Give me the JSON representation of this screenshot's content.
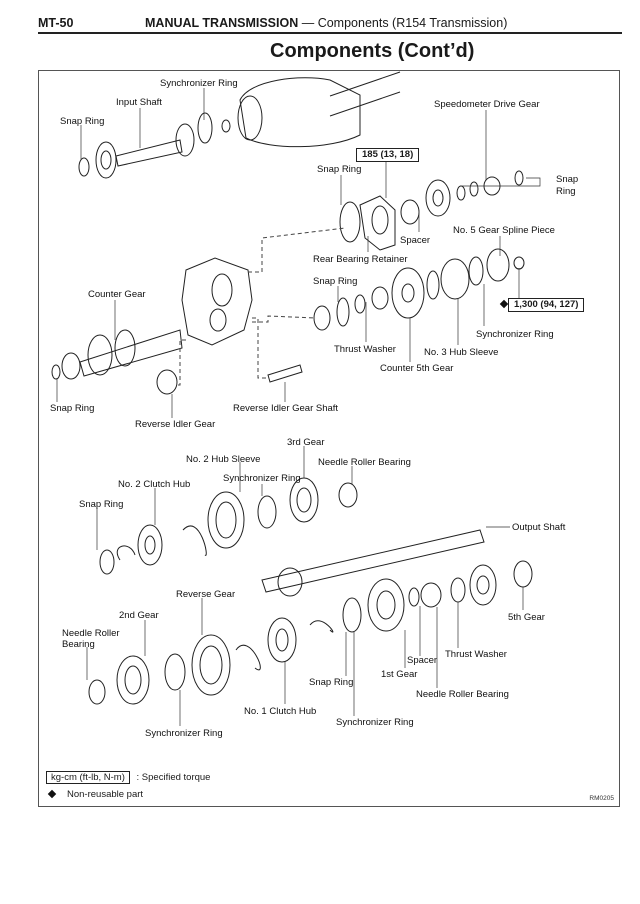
{
  "header": {
    "page_number": "MT-50",
    "section": "MANUAL TRANSMISSION",
    "separator": " — ",
    "subsection": "Components (R154 Transmission)"
  },
  "title": "Components (Cont’d)",
  "labels": {
    "synchronizer_ring_top": "Synchronizer Ring",
    "input_shaft": "Input Shaft",
    "snap_ring_input": "Snap Ring",
    "speedometer_drive_gear": "Speedometer Drive Gear",
    "snap_ring_rear_bearing": "Snap Ring",
    "snap_ring_speedo_1": "Snap",
    "snap_ring_speedo_2": "Ring",
    "spacer_rear": "Spacer",
    "no5_gear_spline_piece": "No. 5 Gear Spline Piece",
    "rear_bearing_retainer": "Rear Bearing Retainer",
    "snap_ring_counter5": "Snap Ring",
    "counter_gear": "Counter Gear",
    "synchronizer_ring_no3": "Synchronizer Ring",
    "thrust_washer_counter": "Thrust Washer",
    "no3_hub_sleeve": "No. 3 Hub Sleeve",
    "counter_5th_gear": "Counter 5th Gear",
    "snap_ring_counter": "Snap Ring",
    "reverse_idler_gear_shaft": "Reverse Idler Gear Shaft",
    "reverse_idler_gear": "Reverse Idler Gear",
    "third_gear": "3rd Gear",
    "no2_hub_sleeve": "No. 2 Hub Sleeve",
    "needle_roller_bearing_3rd": "Needle Roller Bearing",
    "synchronizer_ring_3rd": "Synchronizer Ring",
    "no2_clutch_hub": "No. 2 Clutch Hub",
    "snap_ring_no2": "Snap Ring",
    "output_shaft": "Output Shaft",
    "reverse_gear": "Reverse Gear",
    "second_gear": "2nd Gear",
    "fifth_gear": "5th Gear",
    "needle_roller_bearing_2nd_1": "Needle Roller",
    "needle_roller_bearing_2nd_2": "Bearing",
    "thrust_washer_output": "Thrust Washer",
    "spacer_output": "Spacer",
    "first_gear": "1st Gear",
    "snap_ring_no1": "Snap Ring",
    "needle_roller_bearing_1st": "Needle Roller Bearing",
    "no1_clutch_hub": "No. 1 Clutch Hub",
    "synchronizer_ring_1st": "Synchronizer Ring",
    "synchronizer_ring_2nd": "Synchronizer Ring"
  },
  "torques": {
    "rear_bearing_retainer_bolt": "185 (13, 18)",
    "no5_gear_spline_piece_nut": "1,300 (94, 127)"
  },
  "legend": {
    "torque_units": "kg-cm (ft-lb, N-m)",
    "torque_desc": ":  Specified torque",
    "nonreusable_desc": "Non-reusable part"
  },
  "figure_ref": "RM0205"
}
